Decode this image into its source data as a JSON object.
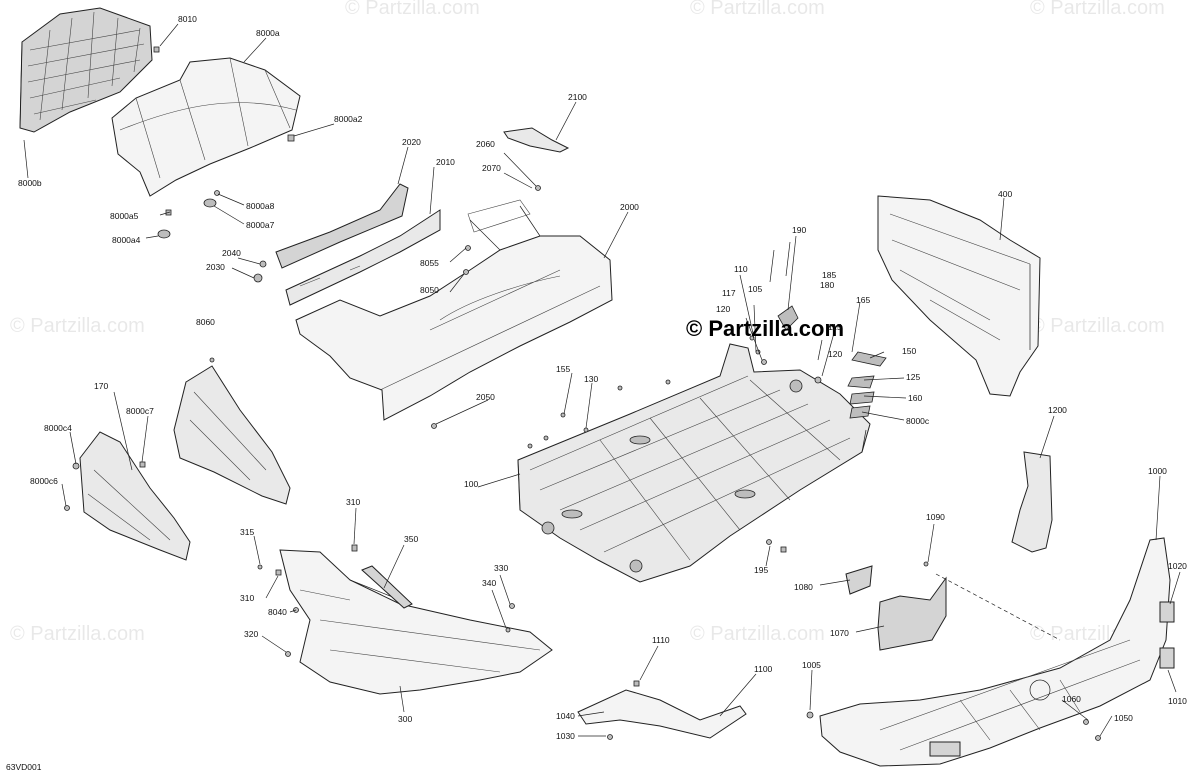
{
  "diagram": {
    "code": "63VD001",
    "watermark_big": "© Partzilla.com",
    "watermark_small": "© Partzilla.com"
  },
  "labels": [
    {
      "id": "8010",
      "text": "8010"
    },
    {
      "id": "8000a",
      "text": "8000a"
    },
    {
      "id": "8000b",
      "text": "8000b"
    },
    {
      "id": "8000a2",
      "text": "8000a2"
    },
    {
      "id": "8000a8",
      "text": "8000a8"
    },
    {
      "id": "8000a5",
      "text": "8000a5"
    },
    {
      "id": "8000a7",
      "text": "8000a7"
    },
    {
      "id": "8000a4",
      "text": "8000a4"
    },
    {
      "id": "2100",
      "text": "2100"
    },
    {
      "id": "2020",
      "text": "2020"
    },
    {
      "id": "2060",
      "text": "2060"
    },
    {
      "id": "2010",
      "text": "2010"
    },
    {
      "id": "2070",
      "text": "2070"
    },
    {
      "id": "2000",
      "text": "2000"
    },
    {
      "id": "2040",
      "text": "2040"
    },
    {
      "id": "2030",
      "text": "2030"
    },
    {
      "id": "8055",
      "text": "8055"
    },
    {
      "id": "8050",
      "text": "8050"
    },
    {
      "id": "190",
      "text": "190"
    },
    {
      "id": "110",
      "text": "110"
    },
    {
      "id": "185",
      "text": "185"
    },
    {
      "id": "180",
      "text": "180"
    },
    {
      "id": "117",
      "text": "117"
    },
    {
      "id": "105",
      "text": "105"
    },
    {
      "id": "120a",
      "text": "120"
    },
    {
      "id": "165",
      "text": "165"
    },
    {
      "id": "400",
      "text": "400"
    },
    {
      "id": "8060",
      "text": "8060"
    },
    {
      "id": "115",
      "text": "115"
    },
    {
      "id": "120b",
      "text": "120"
    },
    {
      "id": "150",
      "text": "150"
    },
    {
      "id": "155",
      "text": "155"
    },
    {
      "id": "125",
      "text": "125"
    },
    {
      "id": "130",
      "text": "130"
    },
    {
      "id": "160",
      "text": "160"
    },
    {
      "id": "170",
      "text": "170"
    },
    {
      "id": "8000c",
      "text": "8000c"
    },
    {
      "id": "8000c7",
      "text": "8000c7"
    },
    {
      "id": "8000c4",
      "text": "8000c4"
    },
    {
      "id": "2050",
      "text": "2050"
    },
    {
      "id": "1200",
      "text": "1200"
    },
    {
      "id": "8000c6",
      "text": "8000c6"
    },
    {
      "id": "100",
      "text": "100"
    },
    {
      "id": "1000",
      "text": "1000"
    },
    {
      "id": "310a",
      "text": "310"
    },
    {
      "id": "1090",
      "text": "1090"
    },
    {
      "id": "315",
      "text": "315"
    },
    {
      "id": "350",
      "text": "350"
    },
    {
      "id": "195",
      "text": "195"
    },
    {
      "id": "1020",
      "text": "1020"
    },
    {
      "id": "330",
      "text": "330"
    },
    {
      "id": "310b",
      "text": "310"
    },
    {
      "id": "340",
      "text": "340"
    },
    {
      "id": "1080",
      "text": "1080"
    },
    {
      "id": "8040",
      "text": "8040"
    },
    {
      "id": "1070",
      "text": "1070"
    },
    {
      "id": "320",
      "text": "320"
    },
    {
      "id": "1110",
      "text": "1110"
    },
    {
      "id": "1005",
      "text": "1005"
    },
    {
      "id": "1100",
      "text": "1100"
    },
    {
      "id": "1010",
      "text": "1010"
    },
    {
      "id": "300",
      "text": "300"
    },
    {
      "id": "1040",
      "text": "1040"
    },
    {
      "id": "1060",
      "text": "1060"
    },
    {
      "id": "1050",
      "text": "1050"
    },
    {
      "id": "1030",
      "text": "1030"
    }
  ]
}
